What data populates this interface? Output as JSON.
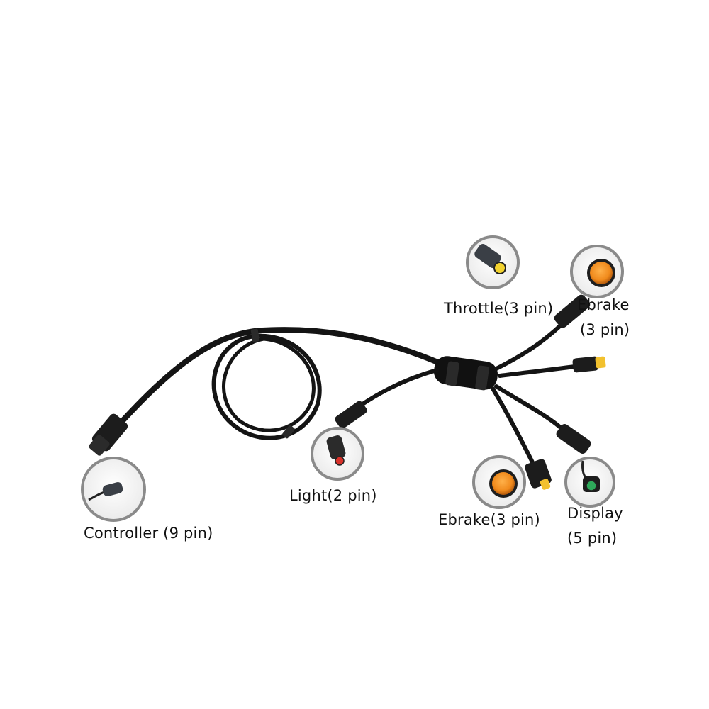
{
  "labels": {
    "throttle": "Throttle(3 pin)",
    "ebrake_top_line1": "Ebrake",
    "ebrake_top_line2": "(3 pin)",
    "light": "Light(2 pin)",
    "controller": "Controller (9 pin)",
    "ebrake_bottom": "Ebrake(3 pin)",
    "display_line1": "Display",
    "display_line2": "(5 pin)"
  },
  "colors": {
    "cable": "#141414",
    "inset_ring": "#8a8a8a",
    "throttle_face": "#f2d22e",
    "ebrake_face": "#f08a1c",
    "light_face": "#d8322b",
    "display_face": "#2ea85a",
    "controller_face": "#3a3f46"
  }
}
